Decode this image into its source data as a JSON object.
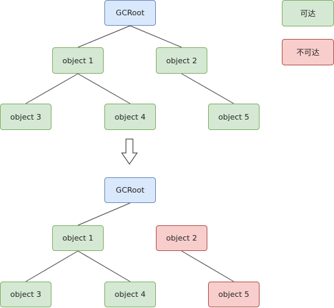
{
  "colors": {
    "root_fill": "#dae8fc",
    "root_stroke": "#6c8ebf",
    "reachable_fill": "#d5e8d4",
    "reachable_stroke": "#82b366",
    "unreachable_fill": "#f8cecc",
    "unreachable_stroke": "#b85450",
    "edge": "#444444"
  },
  "legend": {
    "reachable": "可达",
    "unreachable": "不可达"
  },
  "before": {
    "root": "GCRoot",
    "obj1": "object 1",
    "obj2": "object 2",
    "obj3": "object 3",
    "obj4": "object 4",
    "obj5": "object 5"
  },
  "after": {
    "root": "GCRoot",
    "obj1": "object 1",
    "obj2": "object 2",
    "obj3": "object 3",
    "obj4": "object 4",
    "obj5": "object 5"
  },
  "edges_before": [
    [
      "root",
      "obj1"
    ],
    [
      "root",
      "obj2"
    ],
    [
      "obj1",
      "obj3"
    ],
    [
      "obj1",
      "obj4"
    ],
    [
      "obj2",
      "obj5"
    ]
  ],
  "edges_after": [
    [
      "root",
      "obj1"
    ],
    [
      "obj1",
      "obj3"
    ],
    [
      "obj1",
      "obj4"
    ],
    [
      "obj2",
      "obj5"
    ]
  ],
  "arrow_icon": "down-arrow-icon"
}
